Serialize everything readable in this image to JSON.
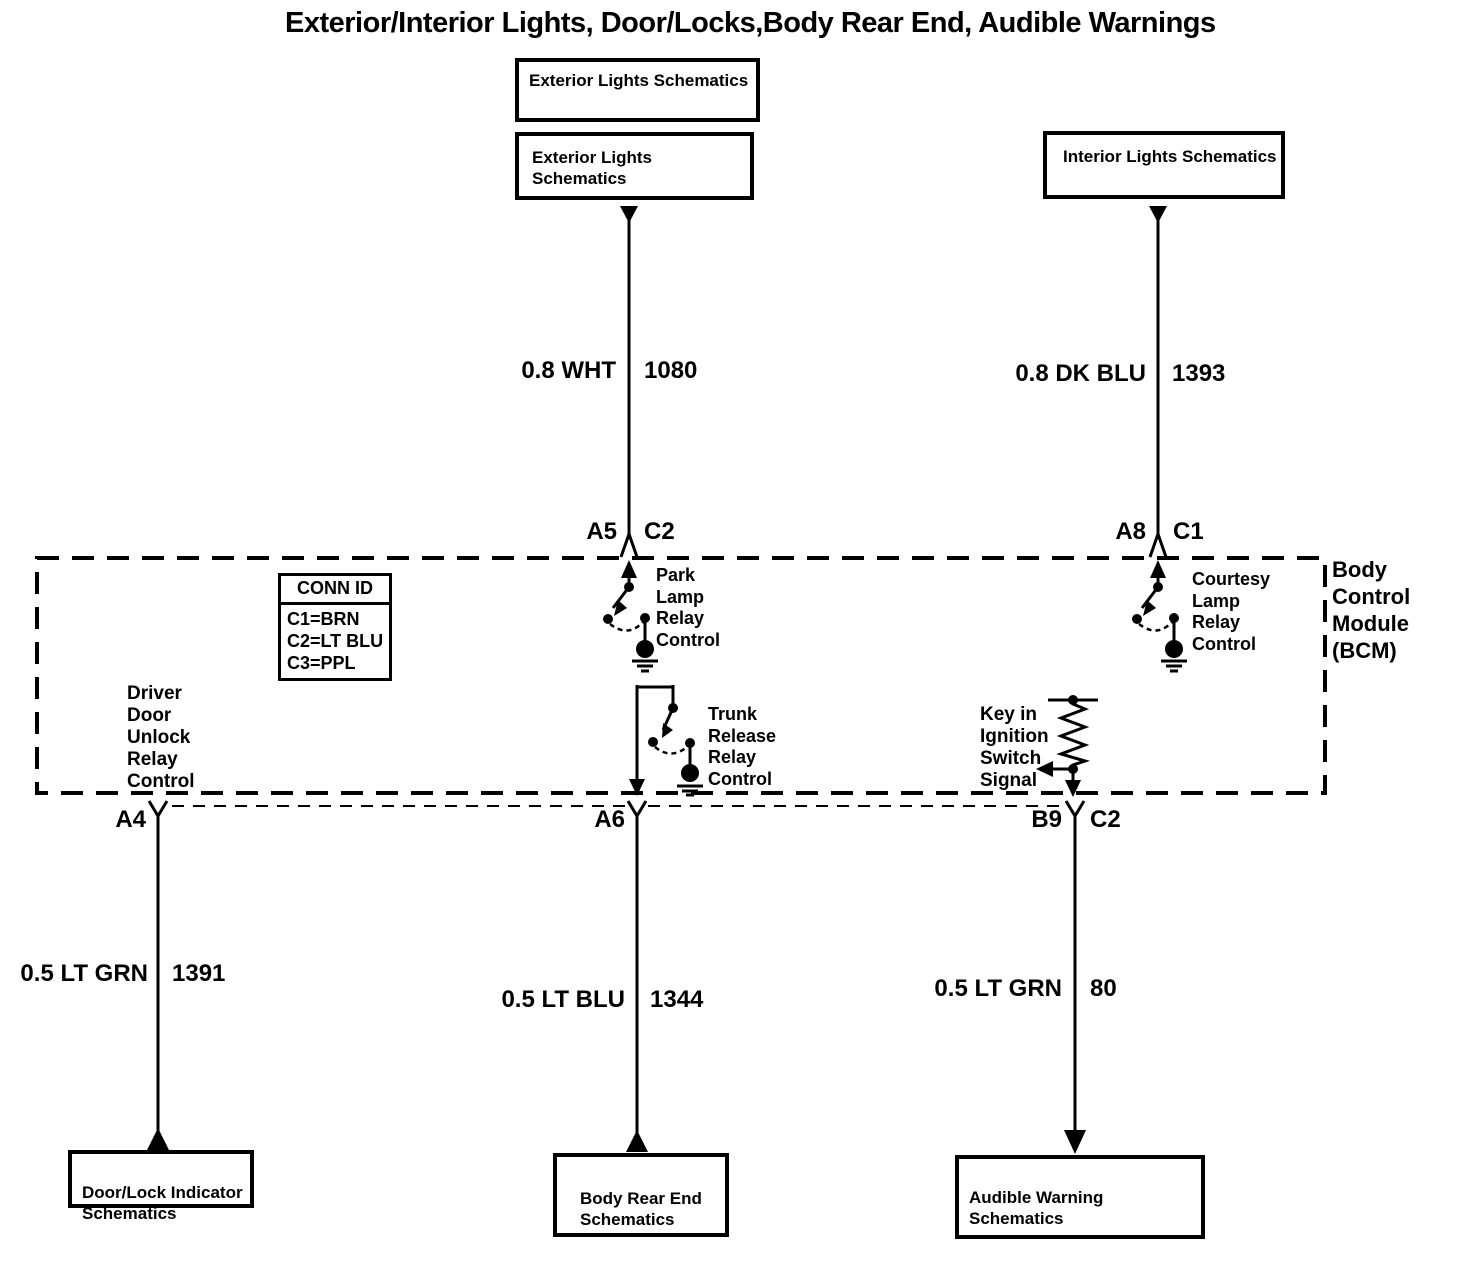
{
  "title": "Exterior/Interior Lights, Door/Locks,Body Rear End, Audible Warnings",
  "colors": {
    "ink": "#000000",
    "paper": "#ffffff"
  },
  "top_boxes": {
    "exterior_1": "Exterior Lights Schematics",
    "exterior_2": "Exterior Lights Schematics",
    "interior": "Interior Lights Schematics"
  },
  "wire_labels": {
    "wht": {
      "spec": "0.8 WHT",
      "circuit": "1080"
    },
    "dk_blu": {
      "spec": "0.8 DK BLU",
      "circuit": "1393"
    },
    "lt_grn_left": {
      "spec": "0.5 LT GRN",
      "circuit": "1391"
    },
    "lt_blu": {
      "spec": "0.5 LT BLU",
      "circuit": "1344"
    },
    "lt_grn_right": {
      "spec": "0.5 LT GRN",
      "circuit": "80"
    }
  },
  "pins": {
    "top_left": {
      "pin": "A5",
      "conn": "C2"
    },
    "top_right": {
      "pin": "A8",
      "conn": "C1"
    },
    "bottom_left": {
      "pin": "A4"
    },
    "bottom_mid": {
      "pin": "A6"
    },
    "bottom_right": {
      "pin": "B9",
      "conn": "C2"
    }
  },
  "conn_id_table": {
    "header": "CONN ID",
    "rows": [
      "C1=BRN",
      "C2=LT BLU",
      "C3=PPL"
    ]
  },
  "bcm": {
    "label": "Body\nControl\nModule\n(BCM)"
  },
  "internal_labels": {
    "park_lamp": "Park\nLamp\nRelay\nControl",
    "courtesy_lamp": "Courtesy\nLamp\nRelay\nControl",
    "driver_door": "Driver\nDoor\nUnlock\nRelay\nControl",
    "trunk_release": "Trunk\nRelease\nRelay\nControl",
    "key_in": "Key in\nIgnition\nSwitch\nSignal"
  },
  "bottom_boxes": {
    "door_lock": "Door/Lock Indicator\nSchematics",
    "body_rear": "Body Rear End\nSchematics",
    "audible": "Audible Warning Schematics"
  },
  "symbols": [
    "connector-fork-symbol",
    "relay-switch-symbol",
    "ground-symbol",
    "resistor-symbol",
    "arrow-symbol"
  ]
}
